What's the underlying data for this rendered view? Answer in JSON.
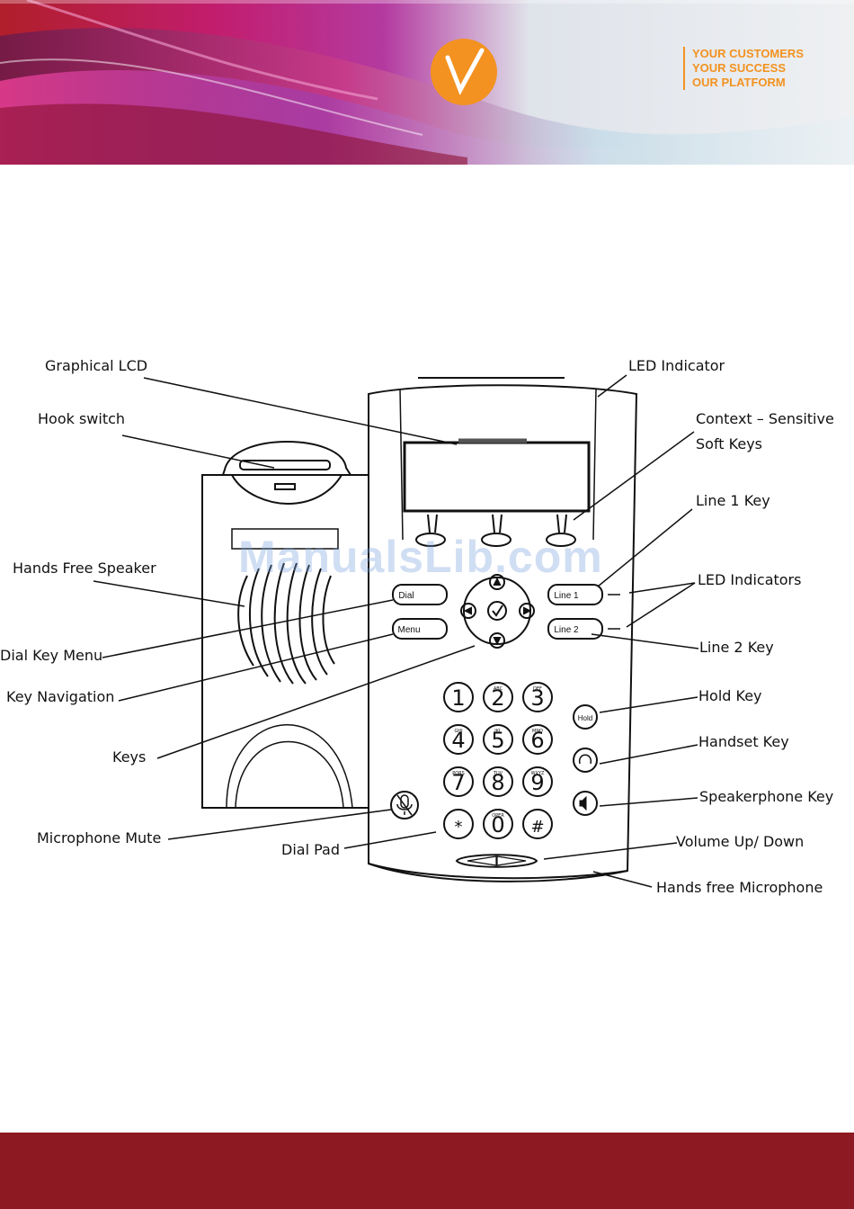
{
  "header": {
    "logo_letter": "V",
    "tagline": [
      "YOUR CUSTOMERS",
      "YOUR SUCCESS",
      "OUR PLATFORM"
    ],
    "colors": {
      "accent": "#f39220",
      "magenta": "#b2227a",
      "purple": "#7a2a8f",
      "red": "#c4202e"
    }
  },
  "diagram": {
    "labels": {
      "graphical_lcd": "Graphical LCD",
      "hook_switch": "Hook switch",
      "hands_free_speaker": "Hands Free Speaker",
      "dial_key_menu": "Dial Key Menu",
      "key_navigation": "Key Navigation",
      "keys": "Keys",
      "microphone_mute": "Microphone Mute",
      "dial_pad": "Dial Pad",
      "led_indicator": "LED Indicator",
      "context_sensitive_line1": "Context – Sensitive",
      "context_sensitive_line2": "Soft Keys",
      "line1_key": "Line 1 Key",
      "led_indicators": "LED Indicators",
      "line2_key": "Line 2 Key",
      "hold_key": "Hold Key",
      "handset_key": "Handset Key",
      "speakerphone_key": "Speakerphone Key",
      "volume_up_down": "Volume Up/ Down",
      "hands_free_microphone": "Hands free Microphone"
    },
    "phone_buttons": {
      "dial": "Dial",
      "menu": "Menu",
      "line1": "Line 1",
      "line2": "Line 2",
      "hold": "Hold"
    },
    "keypad": [
      {
        "digit": "1",
        "letters": ""
      },
      {
        "digit": "2",
        "letters": "ABC"
      },
      {
        "digit": "3",
        "letters": "DEF"
      },
      {
        "digit": "4",
        "letters": "GHI"
      },
      {
        "digit": "5",
        "letters": "JKL"
      },
      {
        "digit": "6",
        "letters": "MNO"
      },
      {
        "digit": "7",
        "letters": "PQRS"
      },
      {
        "digit": "8",
        "letters": "TUV"
      },
      {
        "digit": "9",
        "letters": "WXYZ"
      },
      {
        "digit": "*",
        "letters": ""
      },
      {
        "digit": "0",
        "letters": "OPER"
      },
      {
        "digit": "#",
        "letters": ""
      }
    ]
  },
  "watermark": "ManualsLib.com"
}
